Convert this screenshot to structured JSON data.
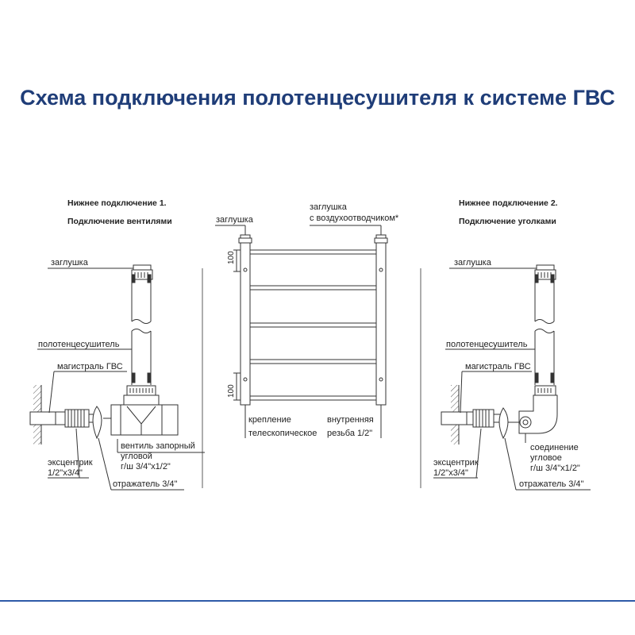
{
  "title": "Схема подключения полотенцесушителя к системе ГВС",
  "left": {
    "header_line1": "Нижнее подключение 1.",
    "header_line2": "Подключение вентилями",
    "plug": "заглушка",
    "dryer": "полотенцесушитель",
    "main": "магистраль ГВС",
    "valve_line1": "вентиль запорный",
    "valve_line2": "угловой",
    "valve_line3": "г/ш 3/4\"х1/2\"",
    "eccentric_line1": "эксцентрик",
    "eccentric_line2": "1/2\"х3/4\"",
    "reflector": "отражатель 3/4\""
  },
  "center": {
    "plug": "заглушка",
    "plug_air_line1": "заглушка",
    "plug_air_line2": "с воздухоотводчиком*",
    "dim_top": "100",
    "dim_bottom": "100",
    "mount_line1": "крепление",
    "mount_line2": "телескопическое",
    "thread_line1": "внутренняя",
    "thread_line2": "резьба 1/2\""
  },
  "right": {
    "header_line1": "Нижнее подключение 2.",
    "header_line2": "Подключение уголками",
    "plug": "заглушка",
    "dryer": "полотенцесушитель",
    "main": "магистраль ГВС",
    "elbow_line1": "соединение",
    "elbow_line2": "угловое",
    "elbow_line3": "г/ш 3/4\"х1/2\"",
    "eccentric_line1": "эксцентрик",
    "eccentric_line2": "1/2\"х3/4\"",
    "reflector": "отражатель 3/4\""
  },
  "colors": {
    "title": "#1f3d78",
    "footer_line": "#2e5aa8",
    "line": "#333333"
  }
}
